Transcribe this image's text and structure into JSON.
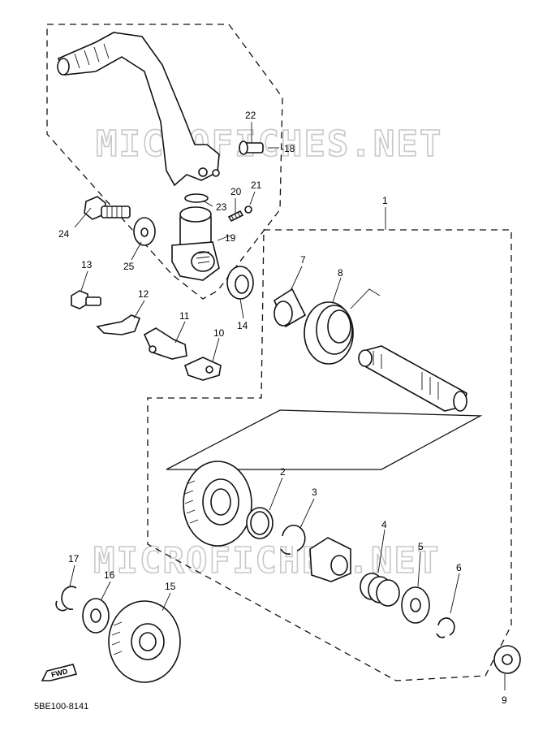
{
  "watermark": "MICROFICHES.NET",
  "drawing_code": "5BE100-8141",
  "fwd_label": "FWD",
  "callouts": [
    {
      "id": "1",
      "label": "1"
    },
    {
      "id": "2",
      "label": "2"
    },
    {
      "id": "3",
      "label": "3"
    },
    {
      "id": "4",
      "label": "4"
    },
    {
      "id": "5",
      "label": "5"
    },
    {
      "id": "6",
      "label": "6"
    },
    {
      "id": "7",
      "label": "7"
    },
    {
      "id": "8",
      "label": "8"
    },
    {
      "id": "9",
      "label": "9"
    },
    {
      "id": "10",
      "label": "10"
    },
    {
      "id": "11",
      "label": "11"
    },
    {
      "id": "12",
      "label": "12"
    },
    {
      "id": "13",
      "label": "13"
    },
    {
      "id": "14",
      "label": "14"
    },
    {
      "id": "15",
      "label": "15"
    },
    {
      "id": "16",
      "label": "16"
    },
    {
      "id": "17",
      "label": "17"
    },
    {
      "id": "18",
      "label": "-18"
    },
    {
      "id": "19",
      "label": "19"
    },
    {
      "id": "20",
      "label": "20"
    },
    {
      "id": "21",
      "label": "21"
    },
    {
      "id": "22",
      "label": "22"
    },
    {
      "id": "23",
      "label": "23"
    },
    {
      "id": "24",
      "label": "24"
    },
    {
      "id": "25",
      "label": "25"
    }
  ]
}
